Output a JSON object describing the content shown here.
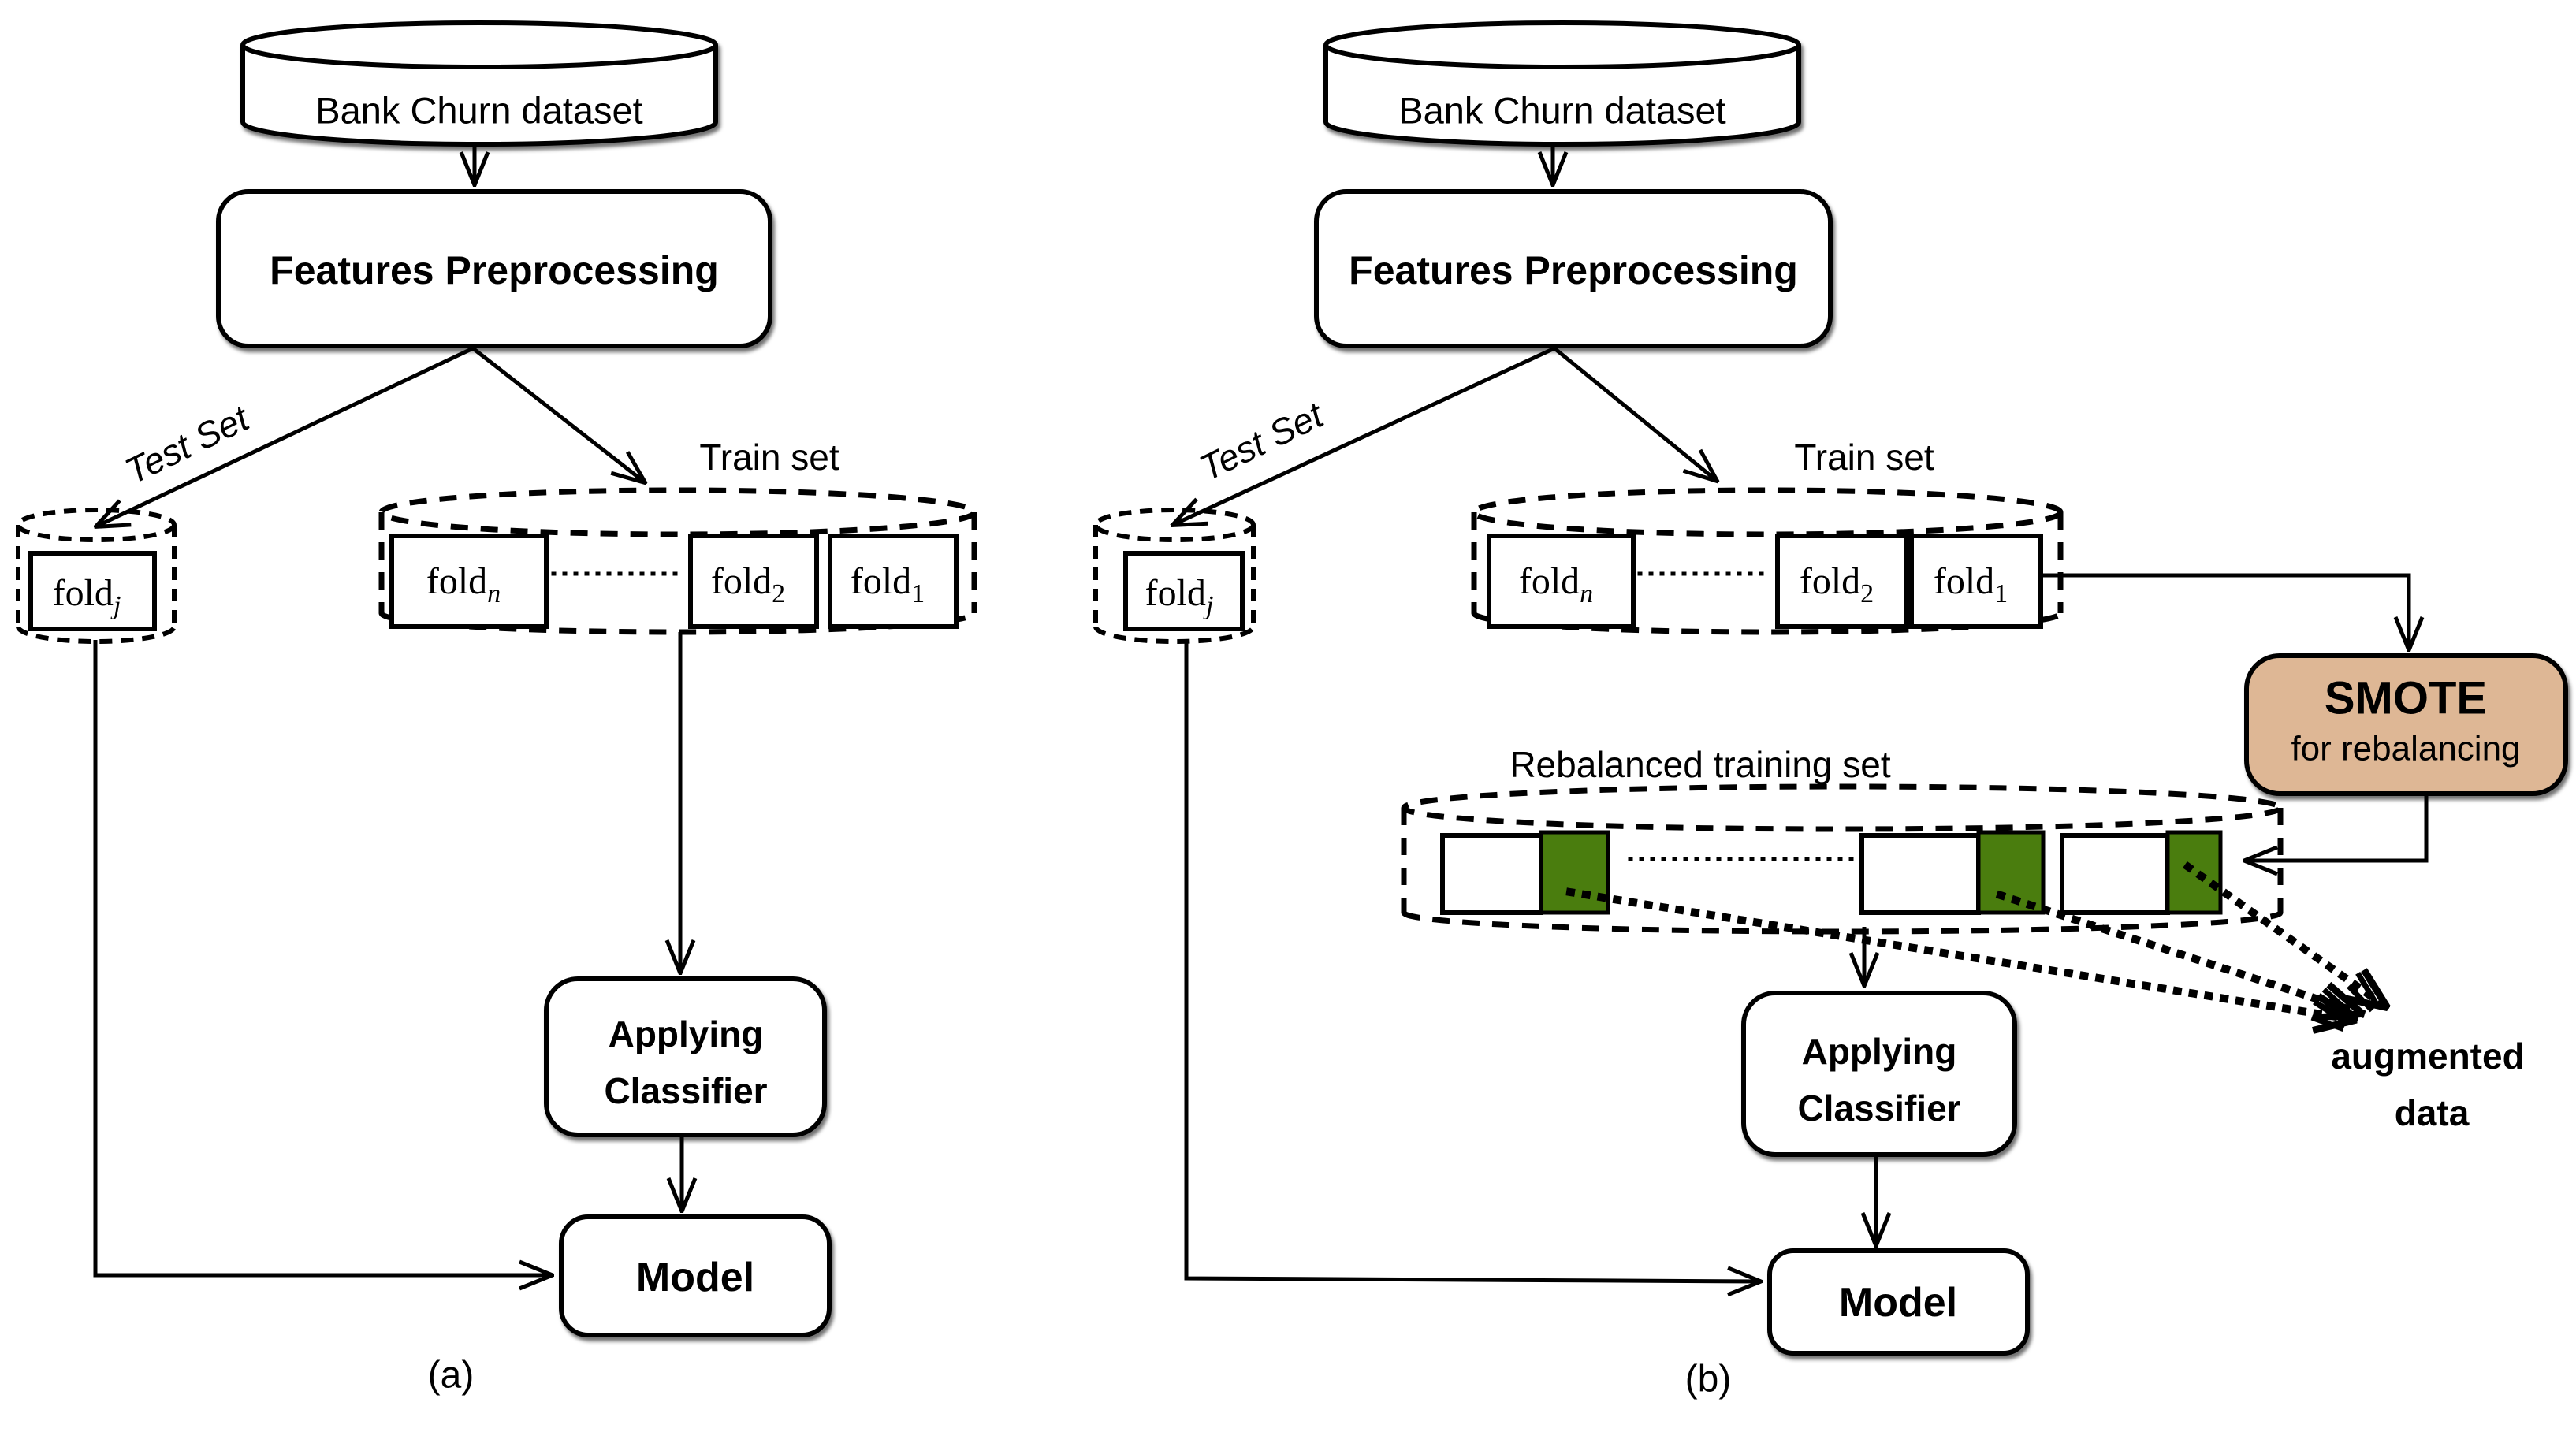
{
  "colors": {
    "background": "#ffffff",
    "stroke": "#000000",
    "smote_fill": "#deb795",
    "green": "#4a7d0e"
  },
  "diagram_a": {
    "dataset_label": "Bank Churn dataset",
    "preprocessing_label": "Features Preprocessing",
    "test_set_label": "Test Set",
    "train_set_label": "Train set",
    "test_fold": {
      "base": "fold",
      "sub": "j"
    },
    "train_folds": [
      {
        "base": "fold",
        "sub": "n"
      },
      {
        "base": "fold",
        "sub": "2"
      },
      {
        "base": "fold",
        "sub": "1"
      }
    ],
    "classifier": {
      "line1": "Applying",
      "line2": "Classifier"
    },
    "model_label": "Model",
    "caption": "(a)"
  },
  "diagram_b": {
    "dataset_label": "Bank Churn dataset",
    "preprocessing_label": "Features Preprocessing",
    "test_set_label": "Test Set",
    "train_set_label": "Train set",
    "test_fold": {
      "base": "fold",
      "sub": "j"
    },
    "train_folds": [
      {
        "base": "fold",
        "sub": "n"
      },
      {
        "base": "fold",
        "sub": "2"
      },
      {
        "base": "fold",
        "sub": "1"
      }
    ],
    "smote": {
      "line1": "SMOTE",
      "line2": "for rebalancing"
    },
    "rebalanced_label": "Rebalanced training set",
    "augmented": {
      "line1": "augmented",
      "line2": "data"
    },
    "classifier": {
      "line1": "Applying",
      "line2": "Classifier"
    },
    "model_label": "Model",
    "caption": "(b)"
  }
}
